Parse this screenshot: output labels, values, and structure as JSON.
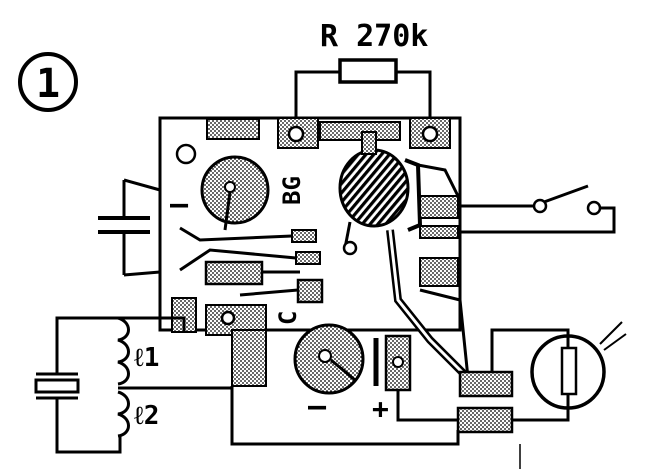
{
  "figure": {
    "number": "1",
    "resistor_label": "R 270k",
    "transistor_label": "BG",
    "capacitor_label": "C",
    "coil_label_1": "ℓ1",
    "coil_label_2": "ℓ2",
    "minus_top": "–",
    "minus_bottom": "–",
    "plus_bottom": "+"
  },
  "colors": {
    "ink": "#000000",
    "paper": "#ffffff",
    "stipple": "#555555"
  }
}
